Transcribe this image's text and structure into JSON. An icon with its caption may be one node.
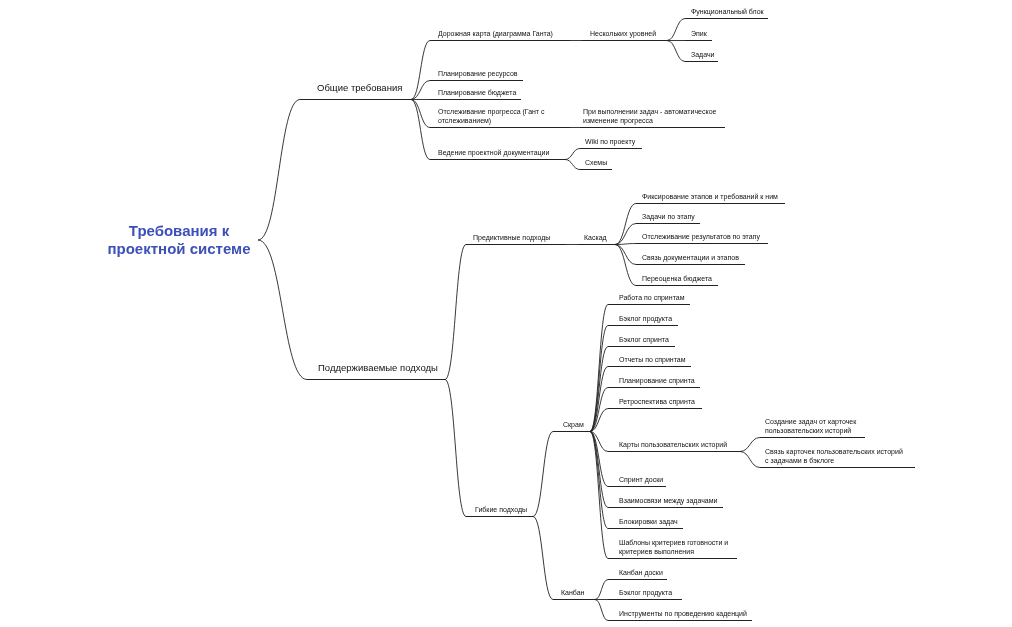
{
  "diagram": {
    "nodes": [
      {
        "text": [
          "Требования к проектной системе"
        ]
      },
      {
        "text": [
          "Общие требования"
        ]
      },
      {
        "text": [
          "Дорожная карта (диаграмма Ганта)"
        ]
      },
      {
        "text": [
          "Нескольких уровней"
        ]
      },
      {
        "text": [
          "Функциональный блок"
        ]
      },
      {
        "text": [
          "Эпик"
        ]
      },
      {
        "text": [
          "Задачи"
        ]
      },
      {
        "text": [
          "Планирование ресурсов"
        ]
      },
      {
        "text": [
          "Планирование бюджета"
        ]
      },
      {
        "text": [
          "Отслеживание прогресса (Гант с отслеживанием)"
        ]
      },
      {
        "text": [
          "При выполнении задач - автоматическое изменение прогресса"
        ]
      },
      {
        "text": [
          "Ведение проектной документации"
        ]
      },
      {
        "text": [
          "Wiki по проекту"
        ]
      },
      {
        "text": [
          "Схемы"
        ]
      },
      {
        "text": [
          "Поддерживаемые подходы"
        ]
      },
      {
        "text": [
          "Предиктивные подходы"
        ]
      },
      {
        "text": [
          "Каскад"
        ]
      },
      {
        "text": [
          "Фиксирование этапов и требований к ним"
        ]
      },
      {
        "text": [
          "Задачи по этапу"
        ]
      },
      {
        "text": [
          "Отслеживание результатов по этапу"
        ]
      },
      {
        "text": [
          "Связь документации и этапов"
        ]
      },
      {
        "text": [
          "Переоценка бюджета"
        ]
      },
      {
        "text": [
          "Гибкие подходы"
        ]
      },
      {
        "text": [
          "Скрам"
        ]
      },
      {
        "text": [
          "Работа по спринтам"
        ]
      },
      {
        "text": [
          "Бэклог продукта"
        ]
      },
      {
        "text": [
          "Бэклог спринта"
        ]
      },
      {
        "text": [
          "Отчеты по спринтам"
        ]
      },
      {
        "text": [
          "Планирование спринта"
        ]
      },
      {
        "text": [
          "Ретроспектива спринта"
        ]
      },
      {
        "text": [
          "Карты пользовательских историй"
        ]
      },
      {
        "text": [
          "Создание задач от карточек пользовательских историй"
        ]
      },
      {
        "text": [
          "Связь карточек пользовательских историй с задачами в бэклоге"
        ]
      },
      {
        "text": [
          "Спринт доски"
        ]
      },
      {
        "text": [
          "Взаимосвязи между задачами"
        ]
      },
      {
        "text": [
          "Блокировки задач"
        ]
      },
      {
        "text": [
          "Шаблоны критериев готовности и критериев выполнения"
        ]
      },
      {
        "text": [
          "Канбан"
        ]
      },
      {
        "text": [
          "Канбан доски"
        ]
      },
      {
        "text": [
          "Бэклог продукта"
        ]
      },
      {
        "text": [
          "Инструменты по проведению каденций"
        ]
      }
    ],
    "edges": [
      {
        "from": 0,
        "to": 1,
        "arrow": "none"
      },
      {
        "from": 1,
        "to": 2,
        "arrow": "none"
      },
      {
        "from": 2,
        "to": 3,
        "arrow": "none"
      },
      {
        "from": 3,
        "to": 4,
        "arrow": "none"
      },
      {
        "from": 3,
        "to": 5,
        "arrow": "none"
      },
      {
        "from": 3,
        "to": 6,
        "arrow": "none"
      },
      {
        "from": 1,
        "to": 7,
        "arrow": "none"
      },
      {
        "from": 1,
        "to": 8,
        "arrow": "none"
      },
      {
        "from": 1,
        "to": 9,
        "arrow": "none"
      },
      {
        "from": 9,
        "to": 10,
        "arrow": "none"
      },
      {
        "from": 1,
        "to": 11,
        "arrow": "none"
      },
      {
        "from": 11,
        "to": 12,
        "arrow": "none"
      },
      {
        "from": 11,
        "to": 13,
        "arrow": "none"
      },
      {
        "from": 0,
        "to": 14,
        "arrow": "none"
      },
      {
        "from": 14,
        "to": 15,
        "arrow": "none"
      },
      {
        "from": 15,
        "to": 16,
        "arrow": "none"
      },
      {
        "from": 16,
        "to": 17,
        "arrow": "none"
      },
      {
        "from": 16,
        "to": 18,
        "arrow": "none"
      },
      {
        "from": 16,
        "to": 19,
        "arrow": "none"
      },
      {
        "from": 16,
        "to": 20,
        "arrow": "none"
      },
      {
        "from": 16,
        "to": 21,
        "arrow": "none"
      },
      {
        "from": 14,
        "to": 22,
        "arrow": "none"
      },
      {
        "from": 22,
        "to": 23,
        "arrow": "none"
      },
      {
        "from": 23,
        "to": 24,
        "arrow": "none"
      },
      {
        "from": 23,
        "to": 25,
        "arrow": "none"
      },
      {
        "from": 23,
        "to": 26,
        "arrow": "none"
      },
      {
        "from": 23,
        "to": 27,
        "arrow": "none"
      },
      {
        "from": 23,
        "to": 28,
        "arrow": "none"
      },
      {
        "from": 23,
        "to": 29,
        "arrow": "none"
      },
      {
        "from": 23,
        "to": 30,
        "arrow": "none"
      },
      {
        "from": 30,
        "to": 31,
        "arrow": "none"
      },
      {
        "from": 30,
        "to": 32,
        "arrow": "none"
      },
      {
        "from": 23,
        "to": 33,
        "arrow": "none"
      },
      {
        "from": 23,
        "to": 34,
        "arrow": "none"
      },
      {
        "from": 23,
        "to": 35,
        "arrow": "none"
      },
      {
        "from": 23,
        "to": 36,
        "arrow": "none"
      },
      {
        "from": 22,
        "to": 37,
        "arrow": "none"
      },
      {
        "from": 37,
        "to": 38,
        "arrow": "none"
      },
      {
        "from": 37,
        "to": 39,
        "arrow": "none"
      },
      {
        "from": 37,
        "to": 40,
        "arrow": "none"
      }
    ]
  }
}
